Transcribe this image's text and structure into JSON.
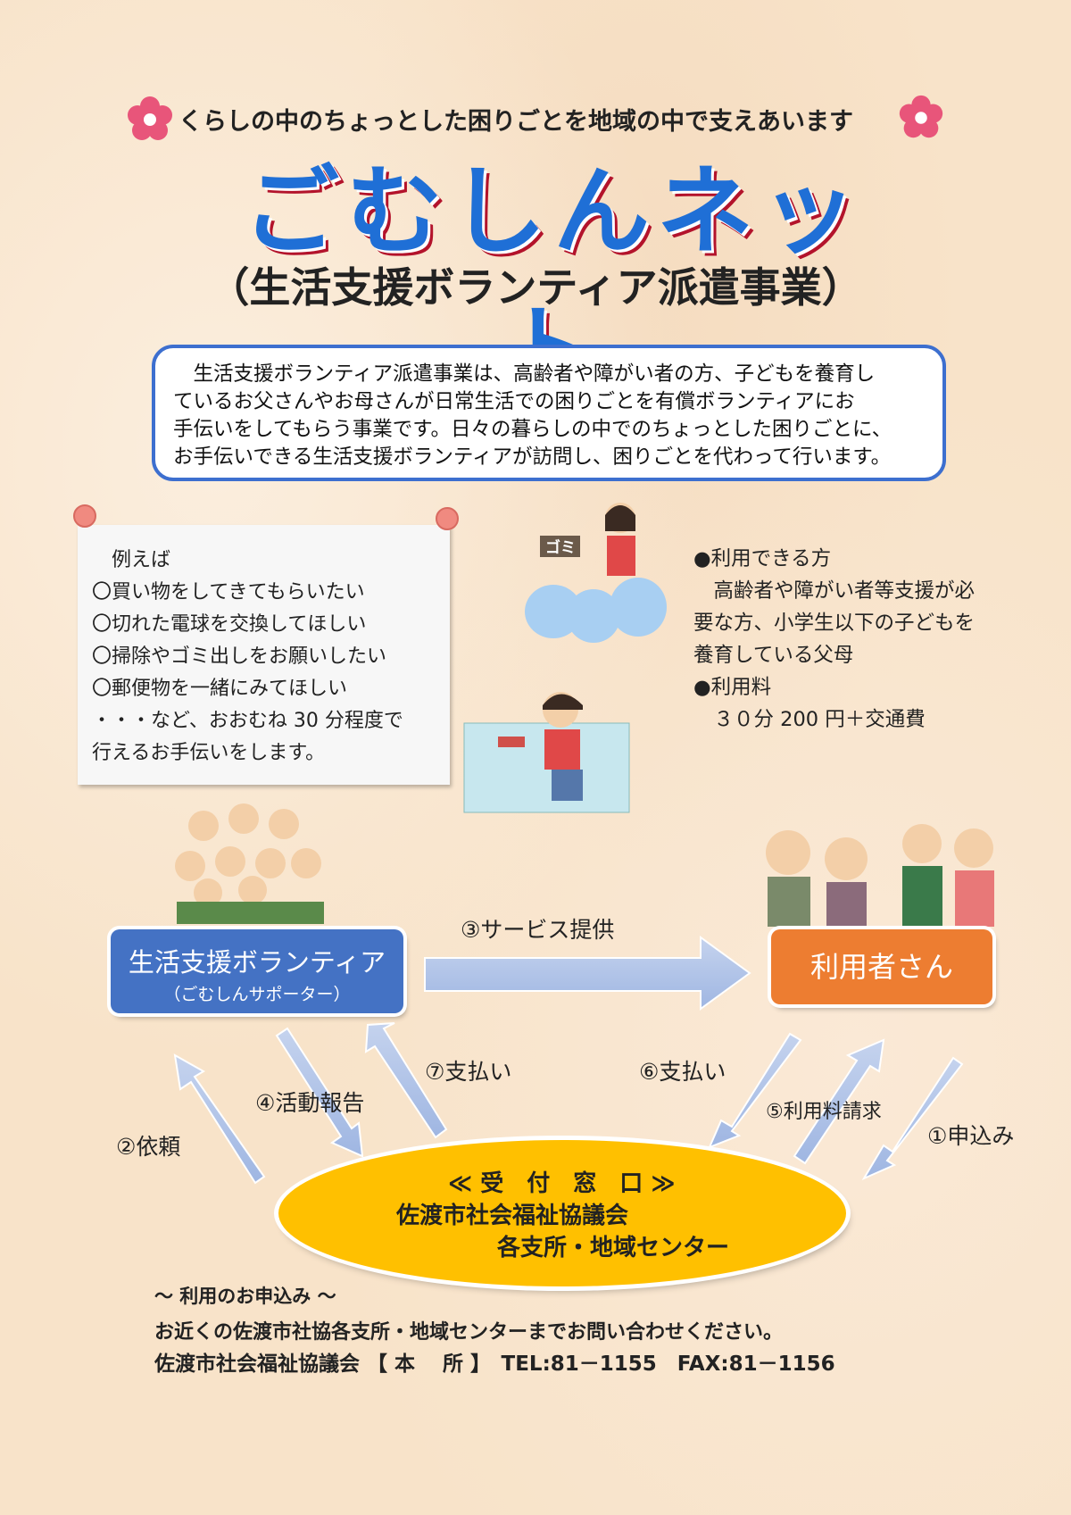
{
  "header": {
    "tagline": "くらしの中のちょっとした困りごとを地域の中で支えあいます",
    "title": "ごむしんネット",
    "subtitle": "（生活支援ボランティア派遣事業）"
  },
  "description": [
    "　生活支援ボランティア派遣事業は、高齢者や障がい者の方、子どもを養育し",
    "ているお父さんやお母さんが日常生活での困りごとを有償ボランティアにお",
    "手伝いをしてもらう事業です。日々の暮らしの中でのちょっとした困りごとに、",
    "お手伝いできる生活支援ボランティアが訪問し、困りごとを代わって行います。"
  ],
  "examples": [
    "　例えば",
    "〇買い物をしてきてもらいたい",
    "〇切れた電球を交換してほしい",
    "〇掃除やゴミ出しをお願いしたい",
    "〇郵便物を一緒にみてほしい",
    "・・・など、おおむね 30 分程度で",
    "行えるお手伝いをします。"
  ],
  "illustration": {
    "garbage_sign": "ゴミ"
  },
  "info": [
    "●利用できる方",
    "　高齢者や障がい者等支援が必",
    "要な方、小学生以下の子どもを",
    "養育している父母",
    "●利用料",
    "　３０分 200 円＋交通費"
  ],
  "flow": {
    "volunteer": "生活支援ボランティア",
    "volunteer_sub": "（ごむしんサポーター）",
    "user": "利用者さん",
    "s1": "①申込み",
    "s2": "②依頼",
    "s3": "③サービス提供",
    "s4": "④活動報告",
    "s5": "⑤利用料請求",
    "s6": "⑥支払い",
    "s7": "⑦支払い",
    "reception_title": "≪ 受　付　窓　口 ≫",
    "reception_org": "佐渡市社会福祉協議会",
    "reception_branch": "各支所・地域センター"
  },
  "footer": {
    "heading": "～ 利用のお申込み ～",
    "line1": "お近くの佐渡市社協各支所・地域センターまでお問い合わせください。",
    "line2": "佐渡市社会福祉協議会 【 本　 所 】　TEL:81－1155　FAX:81－1156"
  },
  "colors": {
    "title": "#1f6fd6",
    "volunteer": "#4472c4",
    "user": "#ed7d31",
    "reception": "#ffc000"
  }
}
